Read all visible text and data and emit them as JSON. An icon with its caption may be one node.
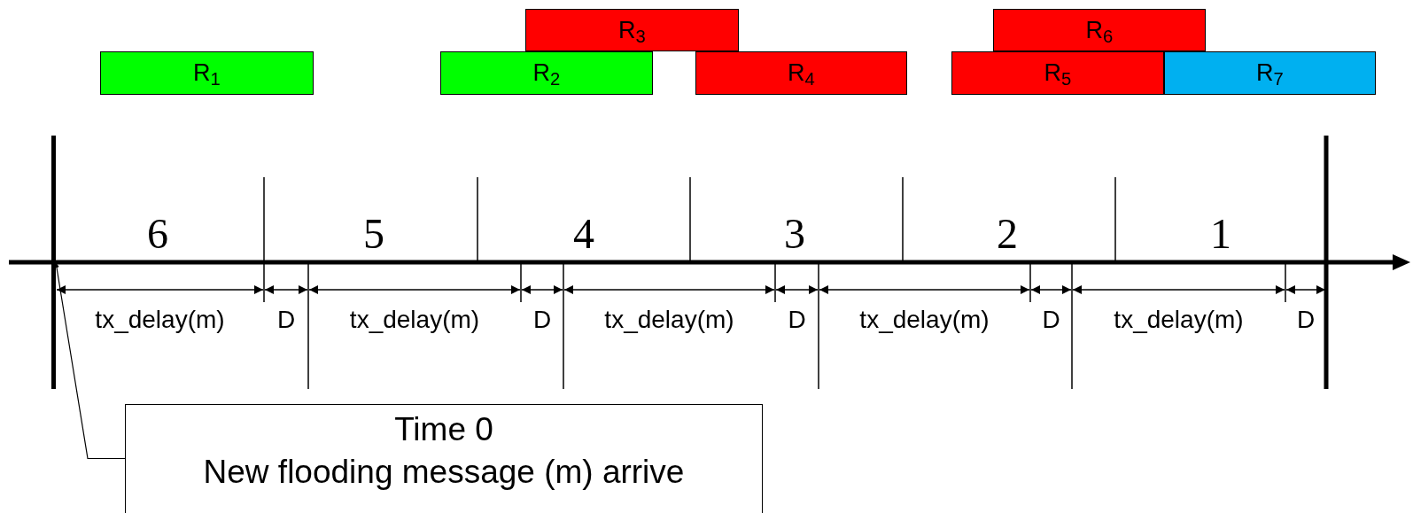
{
  "diagram": {
    "nodes": [
      {
        "text": [
          "R$_{1}$"
        ]
      },
      {
        "text": [
          "R$_{2}$"
        ]
      },
      {
        "text": [
          "R$_{3}$"
        ]
      },
      {
        "text": [
          "R$_{4}$"
        ]
      },
      {
        "text": [
          "R$_{5}$"
        ]
      },
      {
        "text": [
          "R$_{6}$"
        ]
      },
      {
        "text": [
          "R$_{7}$"
        ]
      },
      {
        "text": [
          "Time 0",
          "New flooding message (m) arrive"
        ]
      },
      {
        "text": [],
        "shape": "bar"
      }
    ],
    "edges": [
      {
        "from": 7,
        "to": 8,
        "arrow": "to"
      }
    ],
    "labels": [
      "6",
      "5",
      "4",
      "3",
      "2",
      "1",
      "tx_delay(m)",
      "D",
      "tx_delay(m)",
      "D",
      "tx_delay(m)",
      "D",
      "tx_delay(m)",
      "D",
      "tx_delay(m)",
      "D"
    ]
  }
}
